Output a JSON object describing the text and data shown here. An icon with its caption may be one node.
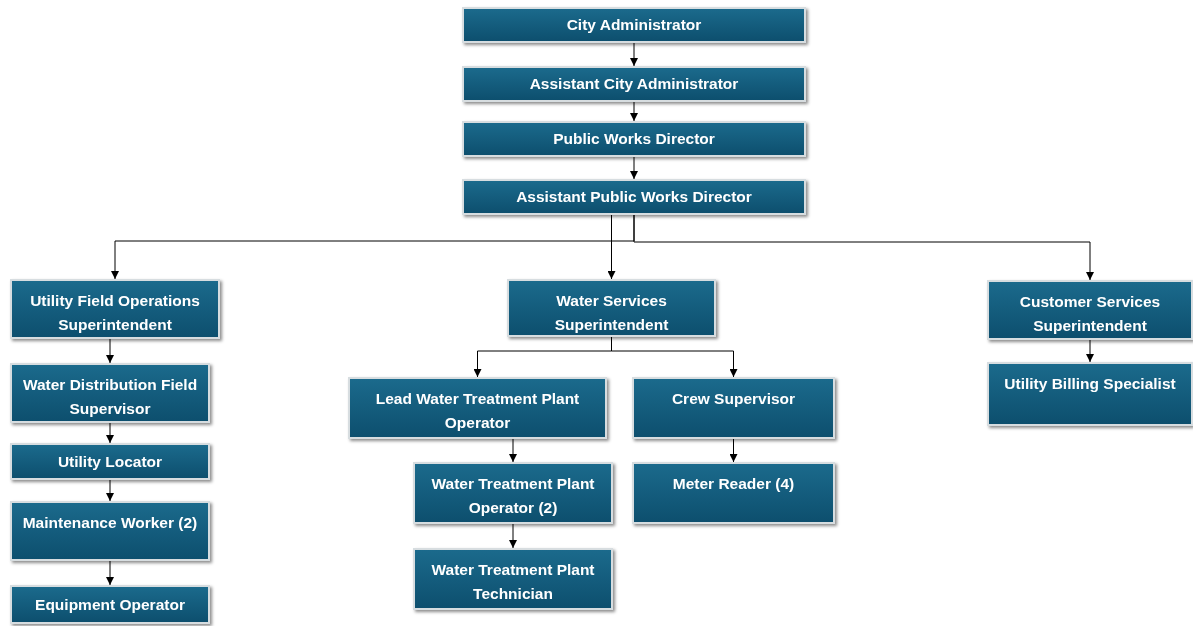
{
  "diagram": {
    "nodes": [
      {
        "text": [
          "City Administrator"
        ]
      },
      {
        "text": [
          "Assistant City Administrator"
        ]
      },
      {
        "text": [
          "Public Works Director"
        ]
      },
      {
        "text": [
          "Assistant Public Works Director"
        ]
      },
      {
        "text": [
          "Utility Field Operations Superintendent"
        ]
      },
      {
        "text": [
          "Water Services Superintendent"
        ]
      },
      {
        "text": [
          "Customer Services Superintendent"
        ]
      },
      {
        "text": [
          "Water Distribution Field Supervisor"
        ]
      },
      {
        "text": [
          "Utility Locator"
        ]
      },
      {
        "text": [
          "Maintenance Worker (2)"
        ]
      },
      {
        "text": [
          "Equipment Operator"
        ]
      },
      {
        "text": [
          "Lead Water Treatment Plant Operator"
        ]
      },
      {
        "text": [
          "Crew Supervisor"
        ]
      },
      {
        "text": [
          "Water Treatment Plant Operator (2)"
        ]
      },
      {
        "text": [
          "Meter Reader (4)"
        ]
      },
      {
        "text": [
          "Water Treatment Plant Technician"
        ]
      },
      {
        "text": [
          "Utility Billing Specialist"
        ]
      }
    ],
    "edges": [
      {
        "from": 0,
        "to": 1,
        "arrow": "to"
      },
      {
        "from": 1,
        "to": 2,
        "arrow": "to"
      },
      {
        "from": 2,
        "to": 3,
        "arrow": "to"
      },
      {
        "from": 3,
        "to": 4,
        "arrow": "to"
      },
      {
        "from": 3,
        "to": 5,
        "arrow": "to"
      },
      {
        "from": 3,
        "to": 6,
        "arrow": "to"
      },
      {
        "from": 4,
        "to": 7,
        "arrow": "to"
      },
      {
        "from": 7,
        "to": 8,
        "arrow": "to"
      },
      {
        "from": 8,
        "to": 9,
        "arrow": "to"
      },
      {
        "from": 9,
        "to": 10,
        "arrow": "to"
      },
      {
        "from": 5,
        "to": 11,
        "arrow": "to"
      },
      {
        "from": 5,
        "to": 12,
        "arrow": "to"
      },
      {
        "from": 11,
        "to": 13,
        "arrow": "to"
      },
      {
        "from": 13,
        "to": 15,
        "arrow": "to"
      },
      {
        "from": 12,
        "to": 14,
        "arrow": "to"
      },
      {
        "from": 6,
        "to": 16,
        "arrow": "to"
      }
    ]
  }
}
